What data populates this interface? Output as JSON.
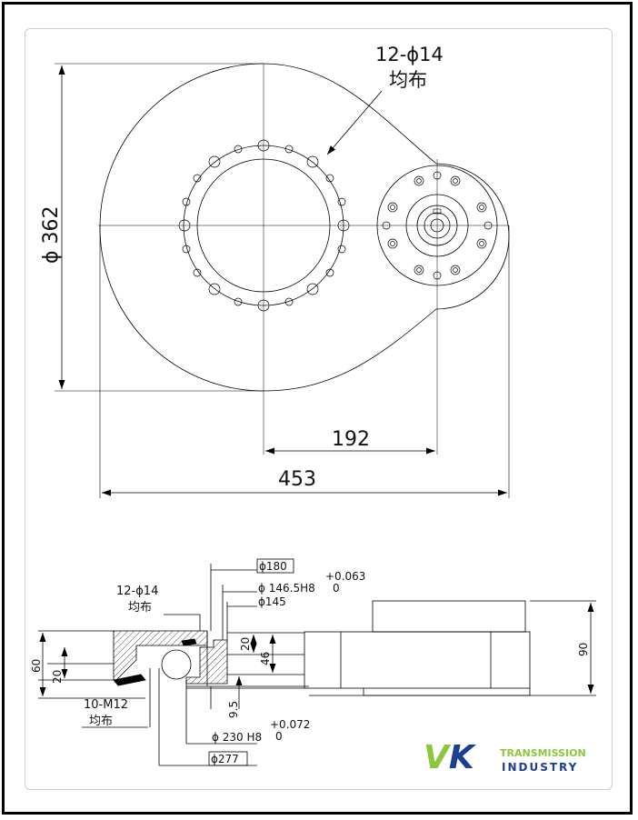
{
  "top_view": {
    "hole_callout_line1": "12-ϕ14",
    "hole_callout_line2": "均布",
    "dim_dia": "ϕ 362",
    "dim_offset": "192",
    "dim_length": "453"
  },
  "section_view": {
    "d180": "ϕ180",
    "d146": "ϕ 146.5H8",
    "d146_tol_upper": "+0.063",
    "d146_tol_lower": "0",
    "d145": "ϕ145",
    "holes_line1": "12-ϕ14",
    "holes_line2": "均布",
    "thread_line1": "10-M12",
    "thread_line2": "均布",
    "d230": "ϕ 230 H8",
    "d230_tol_upper": "+0.072",
    "d230_tol_lower": "0",
    "d277": "ϕ277",
    "h60": "60",
    "h20_left": "20",
    "h20_mid": "20",
    "h46": "46",
    "h9_5": "9.5",
    "h90": "90"
  },
  "logo": {
    "mark": "VK",
    "line1": "TRANSMISSION",
    "line2": "INDUSTRY",
    "color_green": "#8cc63f",
    "color_blue": "#1c3f94"
  }
}
